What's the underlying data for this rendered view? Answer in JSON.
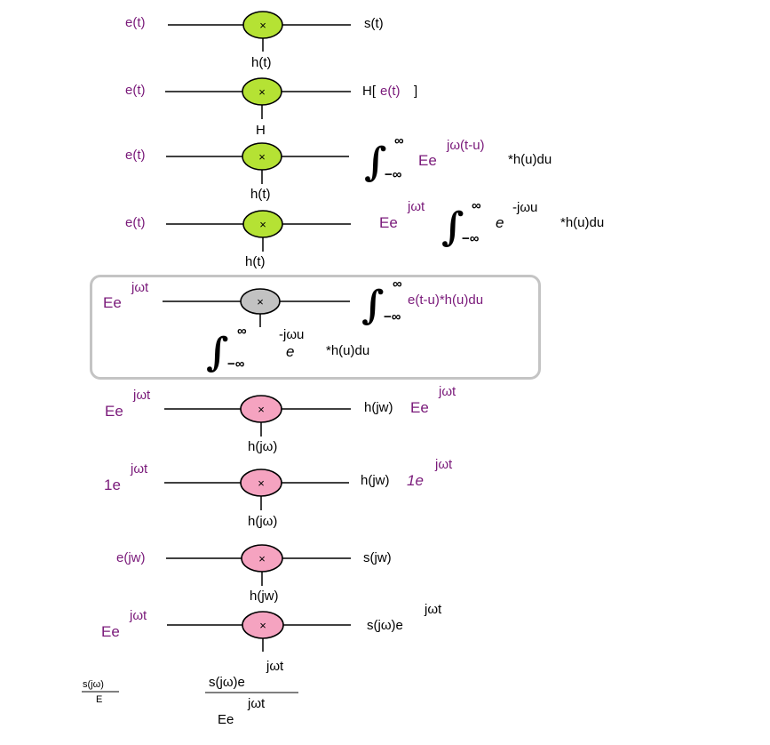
{
  "colors": {
    "green_node": "#b5e234",
    "gray_node": "#c2c2c2",
    "pink_node": "#f5a3c0",
    "purple_text": "#7a1a7a",
    "frame": "#c4c4c4"
  },
  "node_symbol": "×",
  "labels": {
    "r1_in": "e(t)",
    "r1_out": "s(t)",
    "r1_h": "h(t)",
    "r2_in": "e(t)",
    "r2_out_a": "H[",
    "r2_out_b": "e(t)",
    "r2_out_c": "]",
    "r2_h": "H",
    "r3_in": "e(t)",
    "r3_int_sym": "∫",
    "r3_int_up": "∞",
    "r3_int_lo": "−∞",
    "r3_E": "Ee",
    "r3_exp": "jω(t-u)",
    "r3_tail": "*h(u)du",
    "r3_h": "h(t)",
    "r4_in": "e(t)",
    "r4_E": "Ee",
    "r4_exp1": "jωt",
    "r4_int_sym": "∫",
    "r4_int_up": "∞",
    "r4_int_lo": "−∞",
    "r4_e": "e",
    "r4_exp2": "-jωu",
    "r4_tail": "*h(u)du",
    "r4_h": "h(t)",
    "r5_in_E": "Ee",
    "r5_in_exp": "jωt",
    "r5_int_sym": "∫",
    "r5_int_up": "∞",
    "r5_int_lo": "−∞",
    "r5_out": "e(t-u)*h(u)du",
    "r5_b_int_sym": "∫",
    "r5_b_int_up": "∞",
    "r5_b_int_lo": "−∞",
    "r5_b_e": "e",
    "r5_b_exp": "-jωu",
    "r5_b_tail": "*h(u)du",
    "r6_in_E": "Ee",
    "r6_in_exp": "jωt",
    "r6_out_a": "h(jw)",
    "r6_out_b": "Ee",
    "r6_out_exp": "jωt",
    "r6_h": "h(jω)",
    "r7_in_E": "1e",
    "r7_in_exp": "jωt",
    "r7_out_a": "h(jw)",
    "r7_out_b": "1e",
    "r7_out_exp": "jωt",
    "r7_h": "h(jω)",
    "r8_in": "e(jw)",
    "r8_out": "s(jw)",
    "r8_h": "h(jw)",
    "r9_in_E": "Ee",
    "r9_in_exp": "jωt",
    "r9_out": "s(jω)e",
    "r9_out_exp": "jωt",
    "r9_h_exp": "jωt",
    "r9_h_num": "s(jω)e",
    "r9_h_den_exp": "jωt",
    "r9_h_den": "Ee",
    "frac_small_num": "s(jω)",
    "frac_small_den": "E"
  }
}
